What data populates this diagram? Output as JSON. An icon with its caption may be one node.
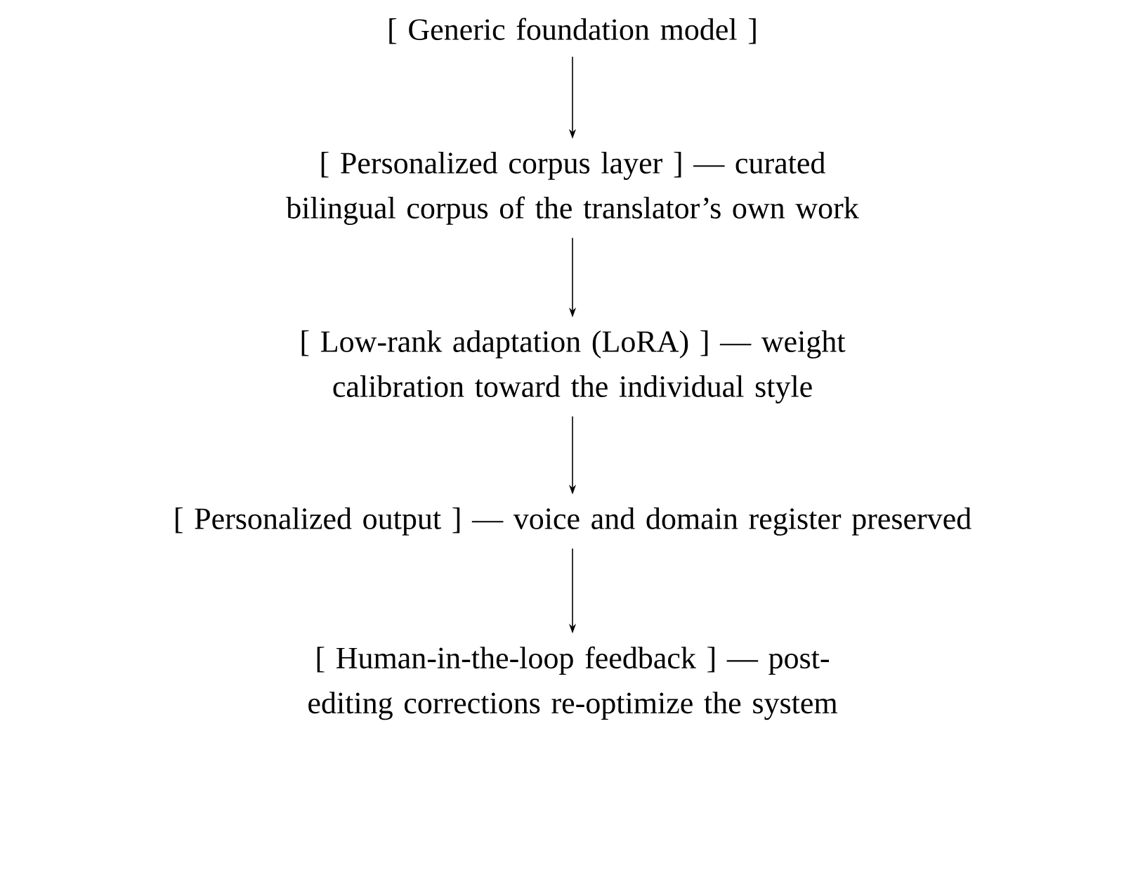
{
  "diagram": {
    "nodes": [
      {
        "text": [
          "[ Generic foundation model ]"
        ]
      },
      {
        "text": [
          "[ Personalized corpus layer ] — curated bilingual corpus of the translator’s own work"
        ]
      },
      {
        "text": [
          "[ Low-rank adaptation (LoRA) ] — weight calibration toward the individual style"
        ]
      },
      {
        "text": [
          "[ Personalized output ] — voice and domain register preserved"
        ]
      },
      {
        "text": [
          "[ Human-in-the-loop feedback ] — post-editing corrections re-optimize the system"
        ]
      }
    ],
    "edges": [
      {
        "from": 0,
        "to": 1,
        "arrow": "to"
      },
      {
        "from": 1,
        "to": 2,
        "arrow": "to"
      },
      {
        "from": 2,
        "to": 3,
        "arrow": "to"
      },
      {
        "from": 3,
        "to": 4,
        "arrow": "to"
      }
    ]
  }
}
